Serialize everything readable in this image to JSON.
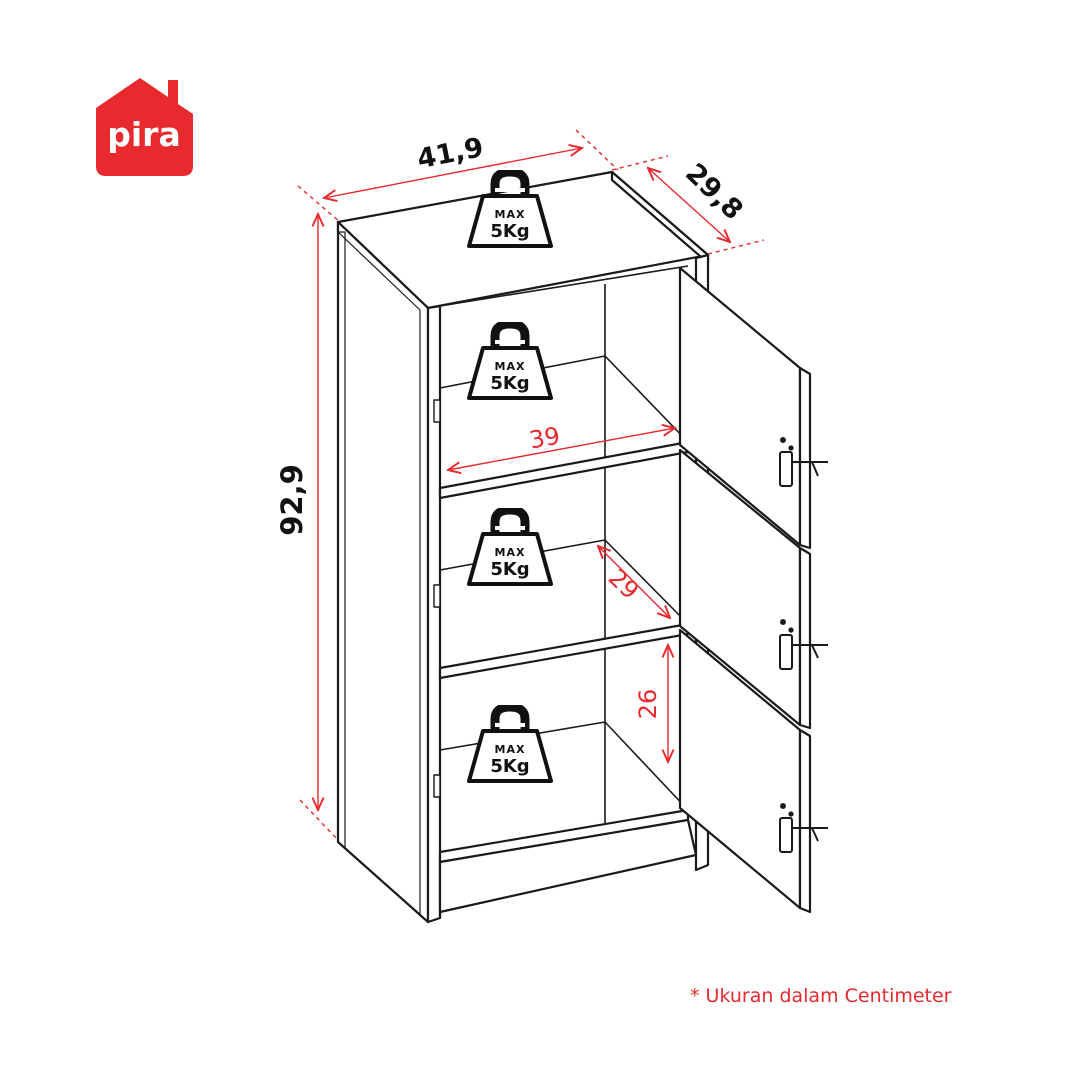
{
  "brand": {
    "name": "pira",
    "color": "#e8292e"
  },
  "dimensions": {
    "width": "41,9",
    "depth": "29,8",
    "height": "92,9",
    "inner_width": "39",
    "inner_depth": "29",
    "inner_height": "26"
  },
  "weight_limit": {
    "max_label": "MAX",
    "value_label": "5Kg",
    "icon": "weight-icon"
  },
  "note": "* Ukuran dalam Centimeter",
  "colors": {
    "line": "#1a1a1a",
    "dimension_red": "#e8292e",
    "dimension_black": "#111111"
  }
}
